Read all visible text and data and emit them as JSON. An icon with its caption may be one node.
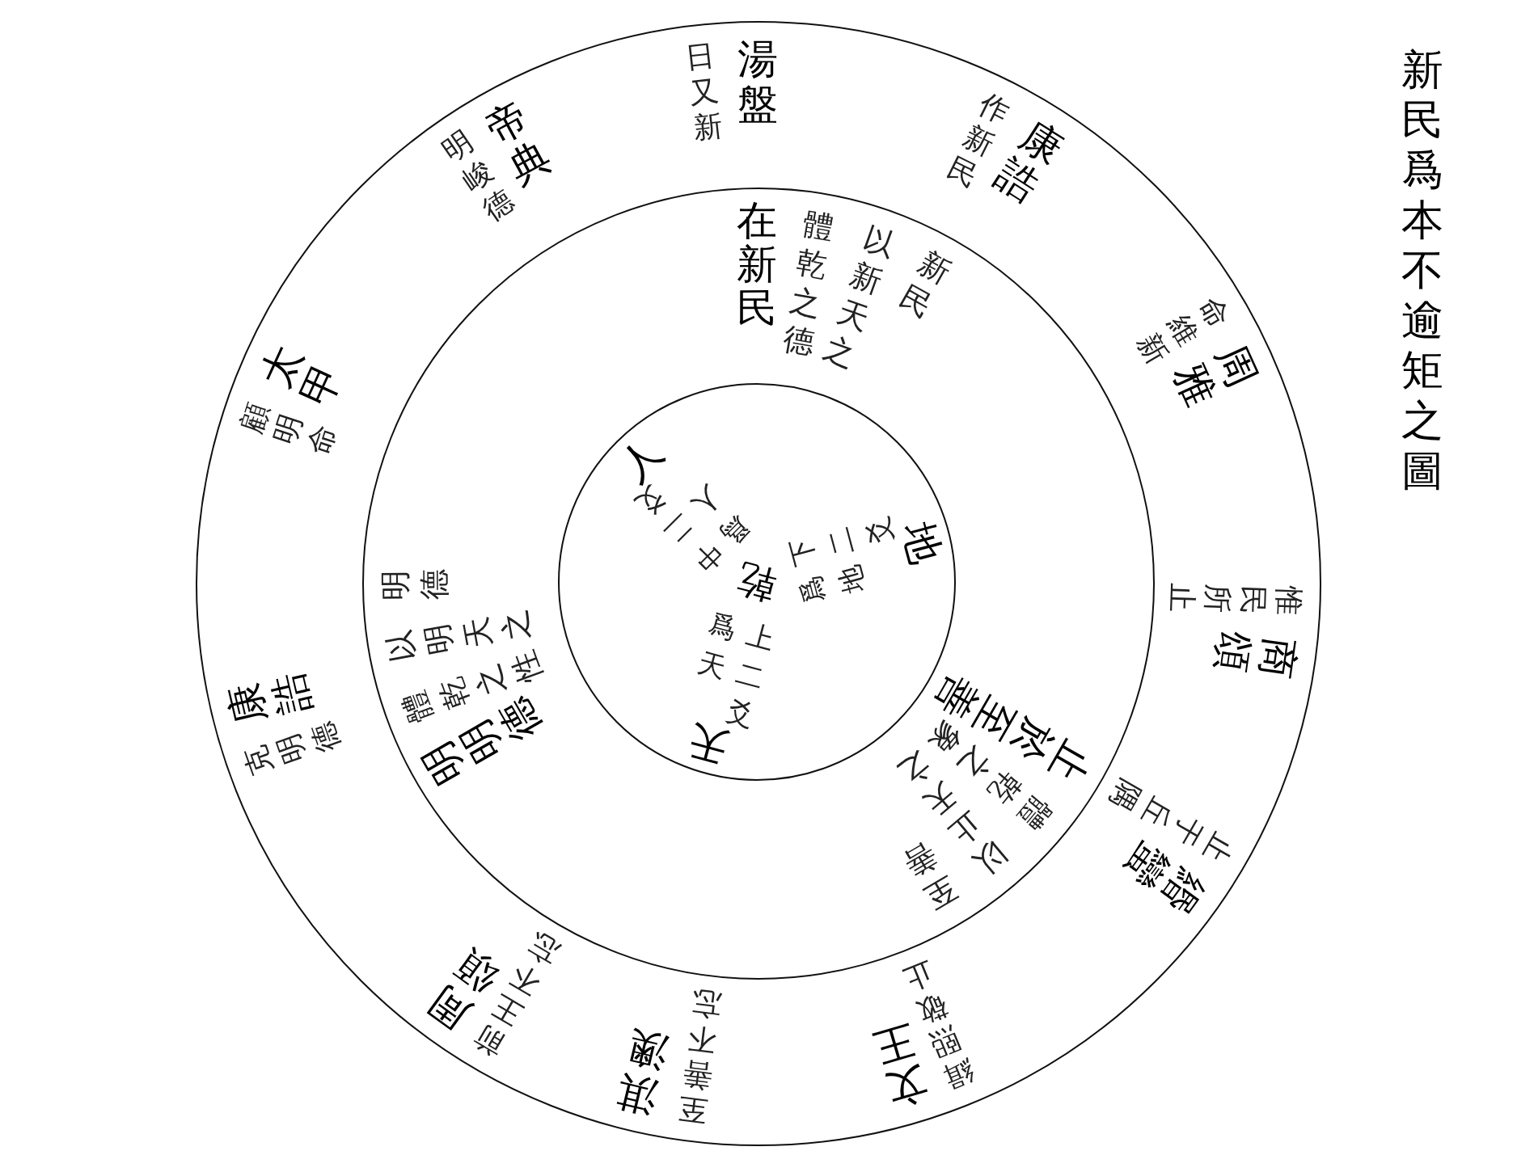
{
  "diagram": {
    "title": "新民爲本不逾矩之圖",
    "nodes": [
      {
        "text": [
          "湯盤",
          "日又新",
          "康誥",
          "作新民",
          "周雅",
          "命維新",
          "商頌",
          "惟民所止",
          "緡蠻",
          "止于丘隅",
          "文王",
          "緝熙敬止",
          "淇澳",
          "至善不忘",
          "周頌",
          "前王不忘",
          "康誥",
          "克明德",
          "太甲",
          "顧明命",
          "帝典",
          "明峻德"
        ]
      },
      {
        "text": [
          "在新民",
          "體乾之德",
          "以新天之",
          "新民",
          "止於至善",
          "體乾之象",
          "以止天之",
          "至善",
          "明明德",
          "體乾之性",
          "以明天之",
          "明德"
        ],
        "in": 0
      },
      {
        "text": [
          "乾",
          "天",
          "上二爻",
          "爲天",
          "地",
          "下二爻",
          "爲地",
          "人",
          "中二爻",
          "爲人"
        ],
        "in": 1
      }
    ]
  }
}
